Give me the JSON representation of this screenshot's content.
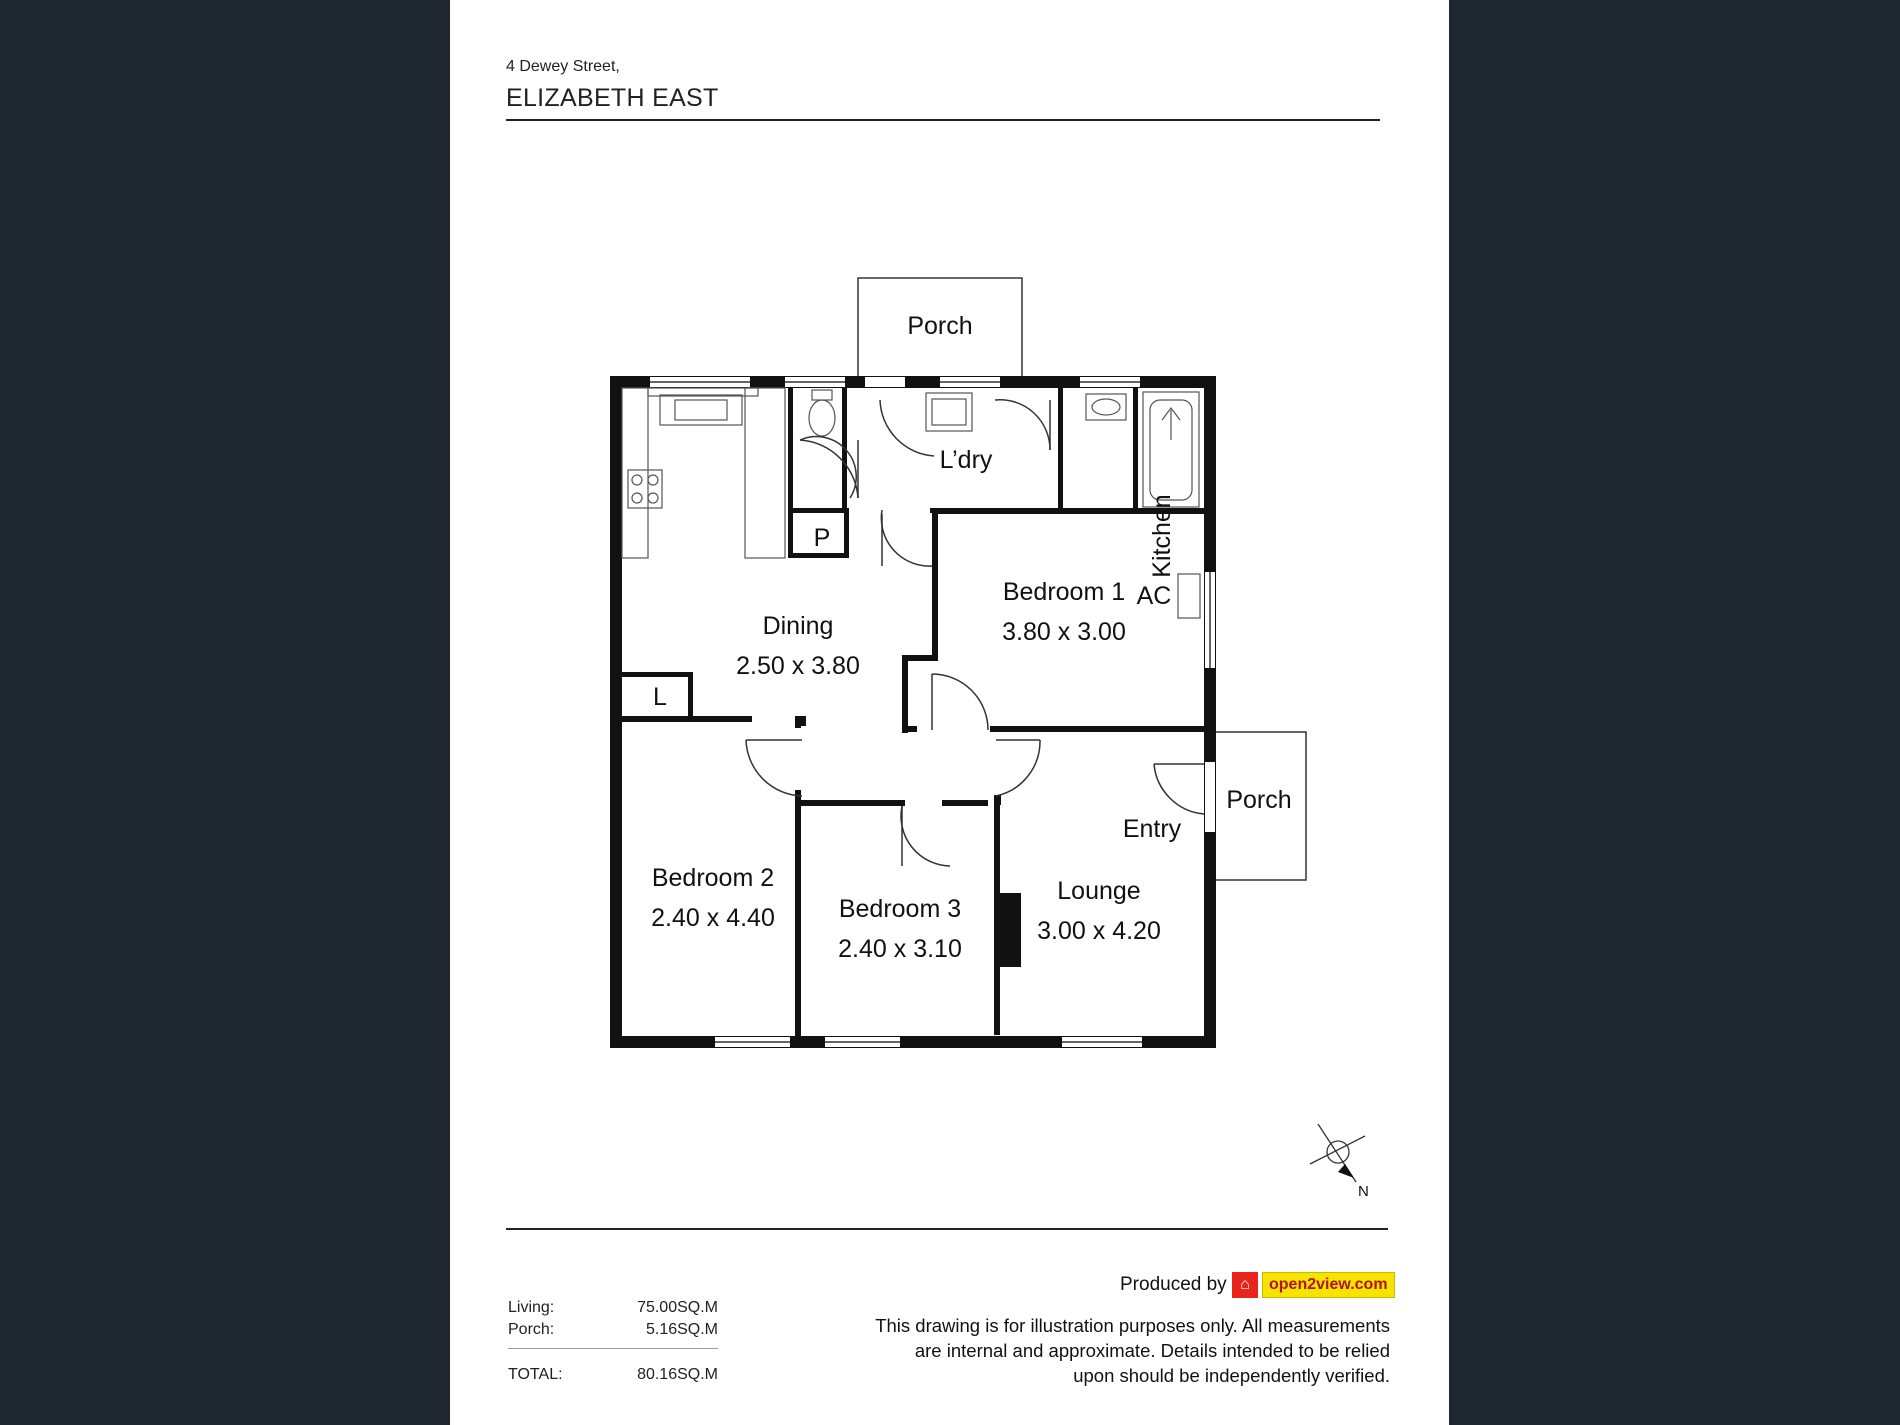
{
  "header": {
    "address_line1": "4 Dewey Street,",
    "address_line2": "ELIZABETH EAST"
  },
  "rooms": {
    "porch_top": "Porch",
    "laundry": "L’dry",
    "kitchen": "Kitchen",
    "pantry": "P",
    "dining_name": "Dining",
    "dining_size": "2.50 x 3.80",
    "bedroom1_name": "Bedroom 1",
    "bedroom1_size": "3.80 x 3.00",
    "ac": "AC",
    "linen": "L",
    "porch_right": "Porch",
    "entry": "Entry",
    "bedroom2_name": "Bedroom 2",
    "bedroom2_size": "2.40 x 4.40",
    "bedroom3_name": "Bedroom 3",
    "bedroom3_size": "2.40 x 3.10",
    "lounge_name": "Lounge",
    "lounge_size": "3.00 x 4.20"
  },
  "compass": {
    "label": "N",
    "icon": "compass-icon"
  },
  "areas": {
    "living_label": "Living:",
    "living_value": "75.00SQ.M",
    "porch_label": "Porch:",
    "porch_value": "5.16SQ.M",
    "total_label": "TOTAL:",
    "total_value": "80.16SQ.M"
  },
  "footer": {
    "produced_by": "Produced by",
    "brand": "open2view.com",
    "disclaimer_line1": "This drawing is for illustration purposes only. All measurements",
    "disclaimer_line2": "are internal and approximate. Details intended to be relied",
    "disclaimer_line3": "upon should be independently verified."
  },
  "colors": {
    "background": "#1f2731",
    "sheet": "#ffffff",
    "wall": "#111111",
    "logo_red": "#e8251c",
    "logo_yellow": "#f5e400"
  }
}
